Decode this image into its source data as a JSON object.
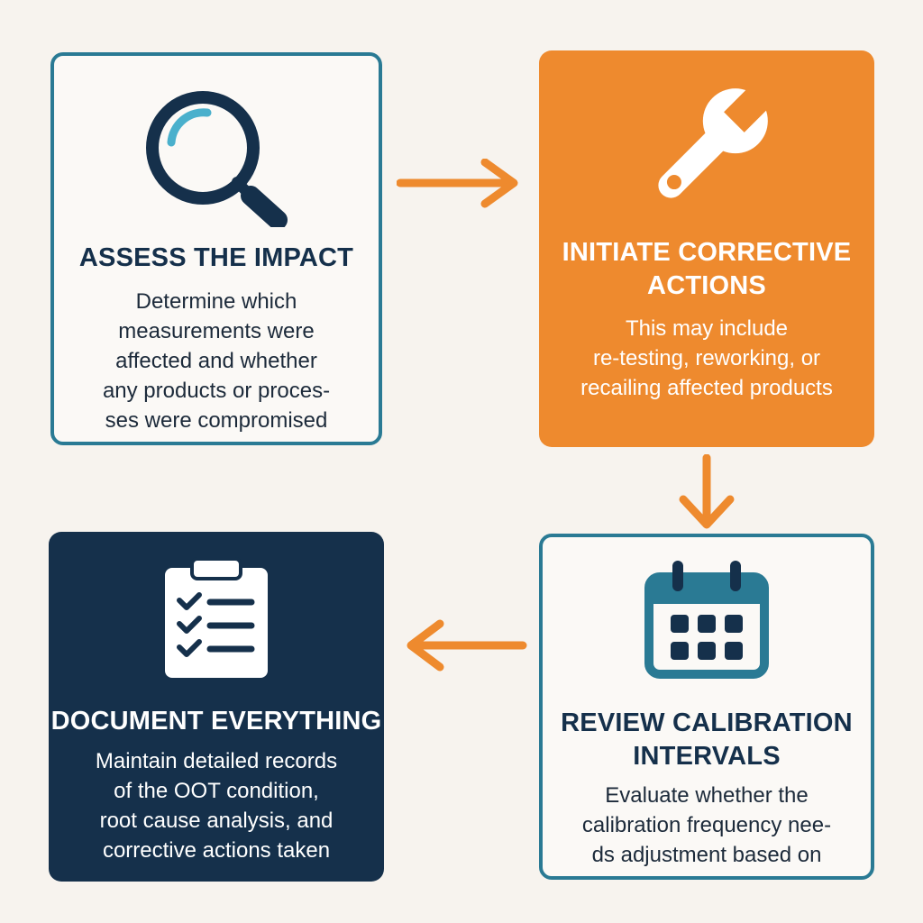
{
  "colors": {
    "background": "#f7f3ee",
    "teal": "#2a7a94",
    "orange": "#ee8a2e",
    "navy": "#15304b",
    "white": "#ffffff"
  },
  "steps": [
    {
      "title_lines": [
        "ASSESS THE IMPACT"
      ],
      "body_lines": [
        "Determine which",
        "measurements were",
        "affected and whether",
        "any products or proces-",
        "ses were compromised"
      ],
      "icon": "magnifying-glass-icon"
    },
    {
      "title_lines": [
        "INITIATE CORRECTIVE",
        "ACTIONS"
      ],
      "body_lines": [
        "This may include",
        "re-testing, reworking, or",
        "recailing affected products"
      ],
      "icon": "wrench-icon"
    },
    {
      "title_lines": [
        "REVIEW CALIBRATION",
        "INTERVALS"
      ],
      "body_lines": [
        "Evaluate whether the",
        "calibration frequency nee-",
        "ds adjustment based on"
      ],
      "icon": "calendar-icon"
    },
    {
      "title_lines": [
        "DOCUMENT EVERYTHING"
      ],
      "body_lines": [
        "Maintain detailed records",
        "of the OOT condition,",
        "root cause analysis, and",
        "corrective actions taken"
      ],
      "icon": "clipboard-checklist-icon"
    }
  ],
  "arrows": [
    {
      "from": "assess",
      "to": "initiate",
      "direction": "right"
    },
    {
      "from": "initiate",
      "to": "review",
      "direction": "down"
    },
    {
      "from": "review",
      "to": "document",
      "direction": "left"
    }
  ]
}
